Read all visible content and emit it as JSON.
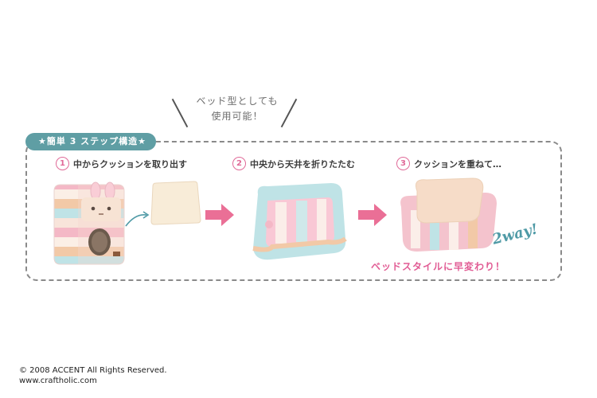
{
  "callout": {
    "line1": "ベッド型としても",
    "line2": "使用可能！"
  },
  "badge": {
    "label": "★簡単 3 ステップ構造★"
  },
  "steps": [
    {
      "number": "1",
      "text": "中からクッションを取り出す"
    },
    {
      "number": "2",
      "text": "中央から天井を折りたたむ"
    },
    {
      "number": "3",
      "text": "クッションを重ねて…"
    }
  ],
  "twoway": "2way!",
  "caption": "ベッドスタイルに早変わり！",
  "footer": {
    "copyright": "© 2008 ACCENT All Rights Reserved.",
    "url": "www.craftholic.com"
  },
  "colors": {
    "accent_teal": "#5f9ea4",
    "accent_pink": "#e15c94",
    "arrow_pink": "#ea6f96"
  },
  "icons": [
    "step-arrow-icon",
    "curved-arrow-icon"
  ]
}
